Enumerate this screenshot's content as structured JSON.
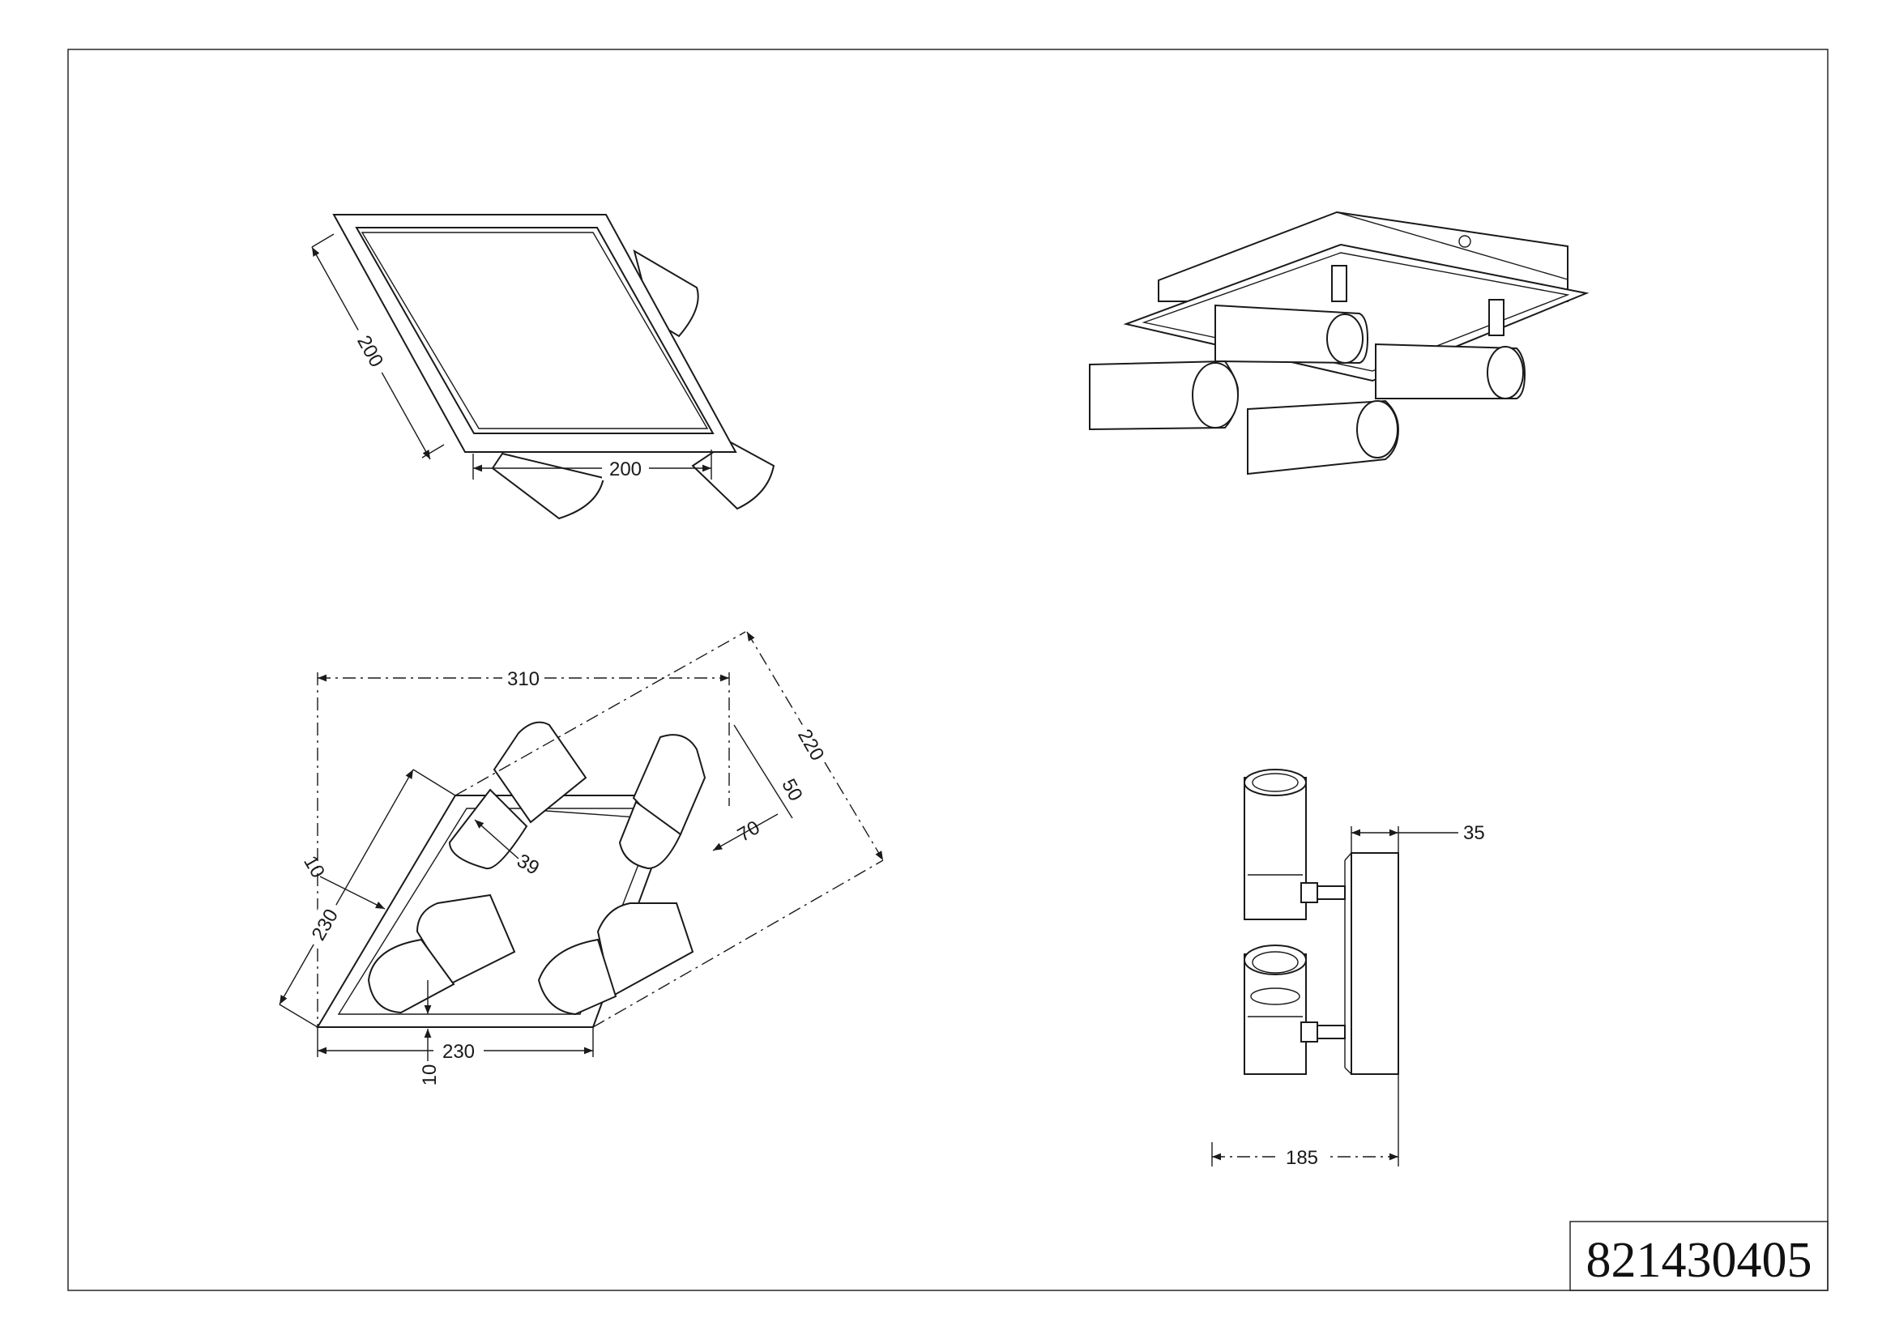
{
  "product_code": "821430405",
  "dimensions": {
    "top_view_side": "200",
    "top_view_width": "200",
    "plan_overall_width": "310",
    "plan_diagonal": "220",
    "plan_head_length": "50",
    "plan_head_offset": "70",
    "plan_head_diameter": "39",
    "plan_frame_inset_left": "10",
    "plan_side": "230",
    "plan_base_width": "230",
    "plan_frame_inset_bottom": "10",
    "side_depth": "35",
    "side_height": "185"
  }
}
